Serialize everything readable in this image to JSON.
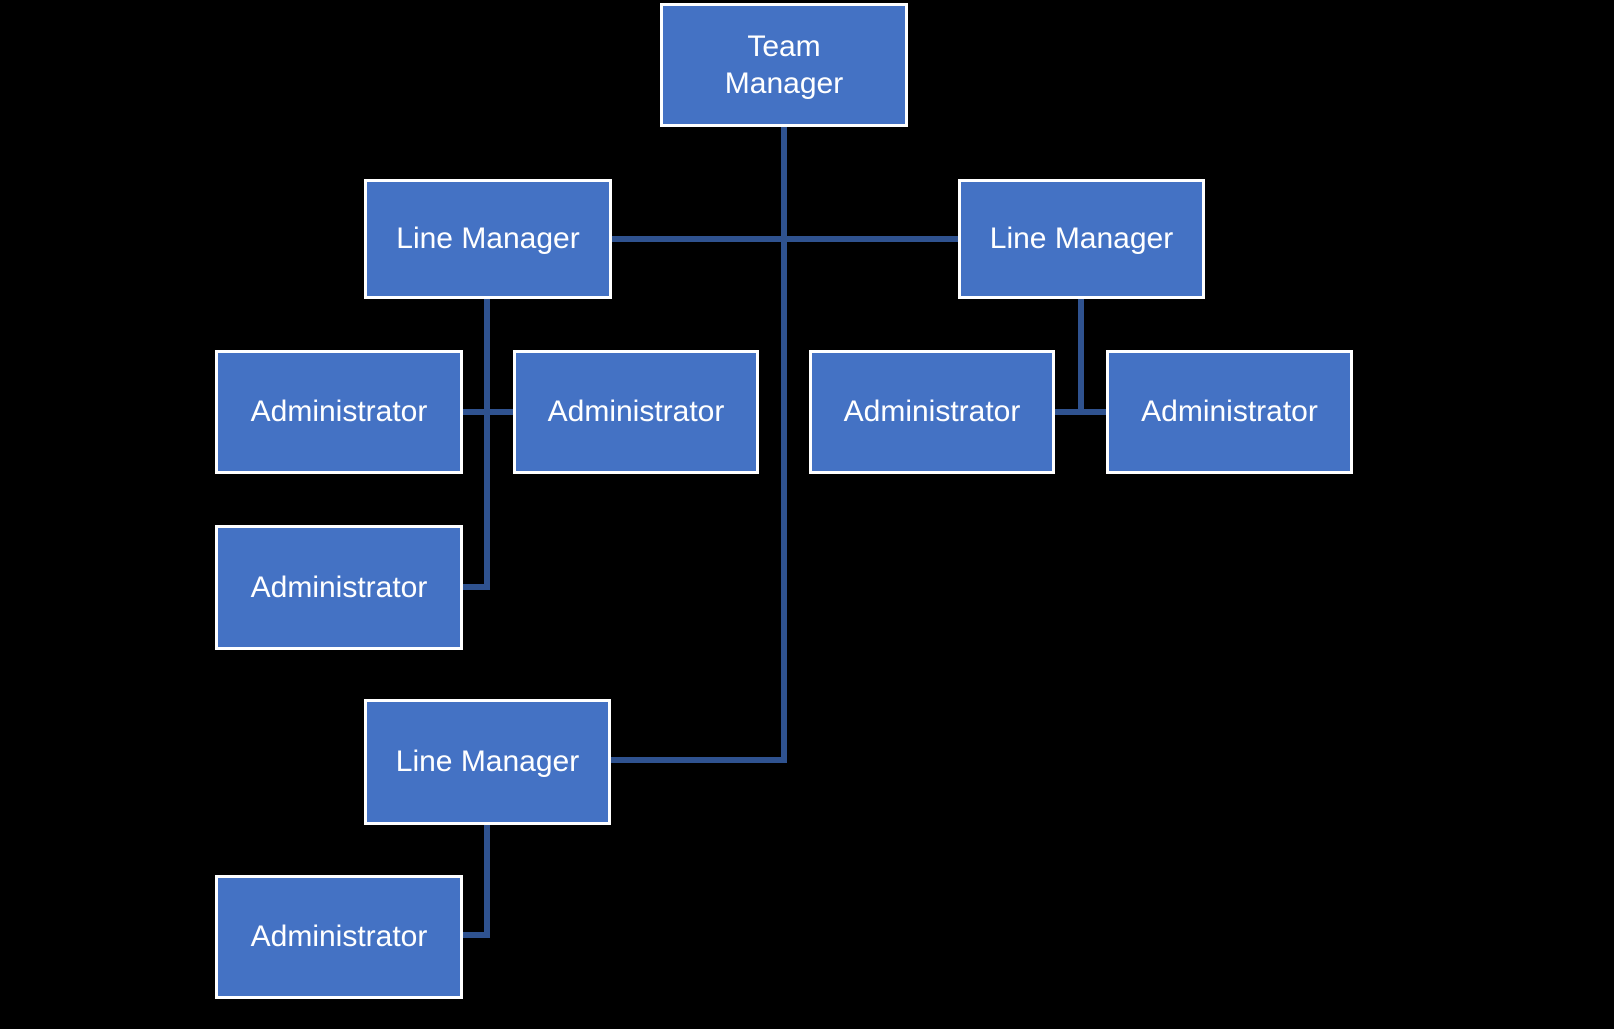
{
  "diagram": {
    "type": "org-chart",
    "background": "#000000",
    "colors": {
      "node_fill": "#4472C4",
      "node_border": "#FFFFFF",
      "node_text": "#FFFFFF",
      "connector": "#2F528F"
    },
    "nodes": [
      {
        "id": "team-manager",
        "label": "Team Manager"
      },
      {
        "id": "line-manager-left",
        "label": "Line Manager"
      },
      {
        "id": "line-manager-right",
        "label": "Line Manager"
      },
      {
        "id": "administrator-left-1",
        "label": "Administrator"
      },
      {
        "id": "administrator-left-2",
        "label": "Administrator"
      },
      {
        "id": "administrator-right-1",
        "label": "Administrator"
      },
      {
        "id": "administrator-right-2",
        "label": "Administrator"
      },
      {
        "id": "administrator-left-3",
        "label": "Administrator"
      },
      {
        "id": "line-manager-bottom",
        "label": "Line Manager"
      },
      {
        "id": "administrator-bottom",
        "label": "Administrator"
      }
    ],
    "edges": [
      {
        "from": "team-manager",
        "to": "line-manager-left"
      },
      {
        "from": "team-manager",
        "to": "line-manager-right"
      },
      {
        "from": "team-manager",
        "to": "line-manager-bottom"
      },
      {
        "from": "line-manager-left",
        "to": "administrator-left-1"
      },
      {
        "from": "line-manager-left",
        "to": "administrator-left-2"
      },
      {
        "from": "line-manager-left",
        "to": "administrator-left-3"
      },
      {
        "from": "line-manager-right",
        "to": "administrator-right-1"
      },
      {
        "from": "line-manager-right",
        "to": "administrator-right-2"
      },
      {
        "from": "line-manager-bottom",
        "to": "administrator-bottom"
      }
    ]
  }
}
